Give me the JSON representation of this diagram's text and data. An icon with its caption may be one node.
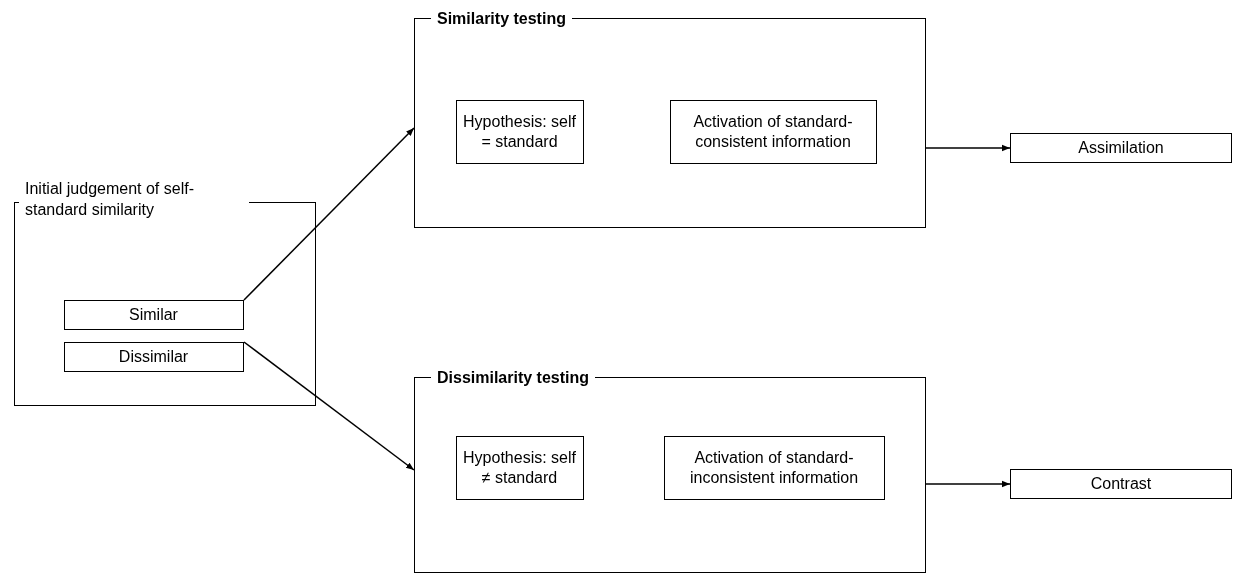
{
  "diagram": {
    "nodes": [
      {
        "text": [
          "Initial judgement of self-standard similarity"
        ]
      },
      {
        "text": [
          "Similar"
        ],
        "in": 0
      },
      {
        "text": [
          "Dissimilar"
        ],
        "in": 0
      },
      {
        "text": [
          "Similarity testing"
        ]
      },
      {
        "text": [
          "Hypothesis: self = standard"
        ],
        "in": 3
      },
      {
        "text": [
          "Activation of standard-consistent information"
        ],
        "in": 3
      },
      {
        "text": [
          "Assimilation"
        ]
      },
      {
        "text": [
          "Dissimilarity testing"
        ]
      },
      {
        "text": [
          "Hypothesis: self ≠ standard"
        ],
        "in": 7
      },
      {
        "text": [
          "Activation of standard-inconsistent information"
        ],
        "in": 7
      },
      {
        "text": [
          "Contrast"
        ]
      }
    ],
    "edges": [
      {
        "from": 1,
        "to": 3,
        "arrow": "to"
      },
      {
        "from": 2,
        "to": 7,
        "arrow": "to"
      },
      {
        "from": 3,
        "to": 6,
        "arrow": "to"
      },
      {
        "from": 7,
        "to": 10,
        "arrow": "to"
      }
    ]
  }
}
